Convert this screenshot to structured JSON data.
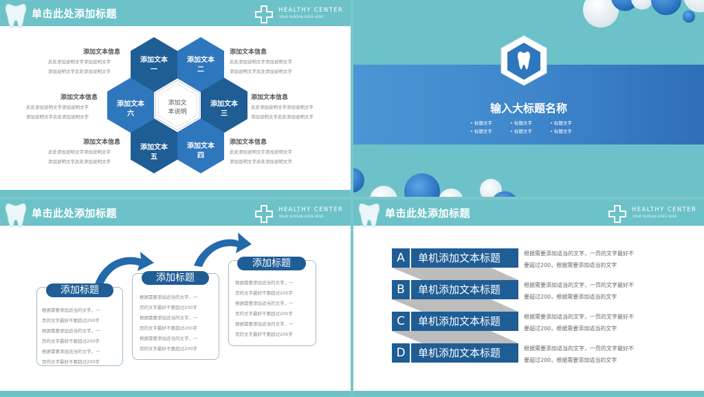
{
  "header": {
    "title": "单击此处添加标题",
    "brand": "HEALTHY CENTER",
    "slogan": "YOUR SLOGAN GOES HERE"
  },
  "slide1": {
    "center": [
      "添加文",
      "本说明"
    ],
    "hexes": [
      {
        "line1": "添加文本",
        "line2": "一"
      },
      {
        "line1": "添加文本",
        "line2": "二"
      },
      {
        "line1": "添加文本",
        "line2": "三"
      },
      {
        "line1": "添加文本",
        "line2": "四"
      },
      {
        "line1": "添加文本",
        "line2": "五"
      },
      {
        "line1": "添加文本",
        "line2": "六"
      }
    ],
    "info_title": "添加文本信息",
    "info_line1": "此处添加说明文字添加说明文字",
    "info_line2": "添加说明文字此处添加说明文字"
  },
  "slide2": {
    "title": "输入大标题名称",
    "sub_label": "• 标题文字"
  },
  "slide3": {
    "pill": "添加标题",
    "line_a": "根据需要添加适当的文字，一",
    "line_b": "页的文字最好不要超过200字"
  },
  "slide4": {
    "rows": [
      {
        "letter": "A",
        "label": "单机添加文本标题"
      },
      {
        "letter": "B",
        "label": "单机添加文本标题"
      },
      {
        "letter": "C",
        "label": "单机添加文本标题"
      },
      {
        "letter": "D",
        "label": "单机添加文本标题"
      }
    ],
    "desc1": "根据需要添加适当的文字，一页的文字最好不",
    "desc2": "要超过200，根据需要添加适当的文字"
  },
  "colors": {
    "teal": "#6cc2c8",
    "dark_blue": "#1f5d95",
    "mid_blue": "#2f77bd",
    "light_blue": "#4a96d4"
  }
}
